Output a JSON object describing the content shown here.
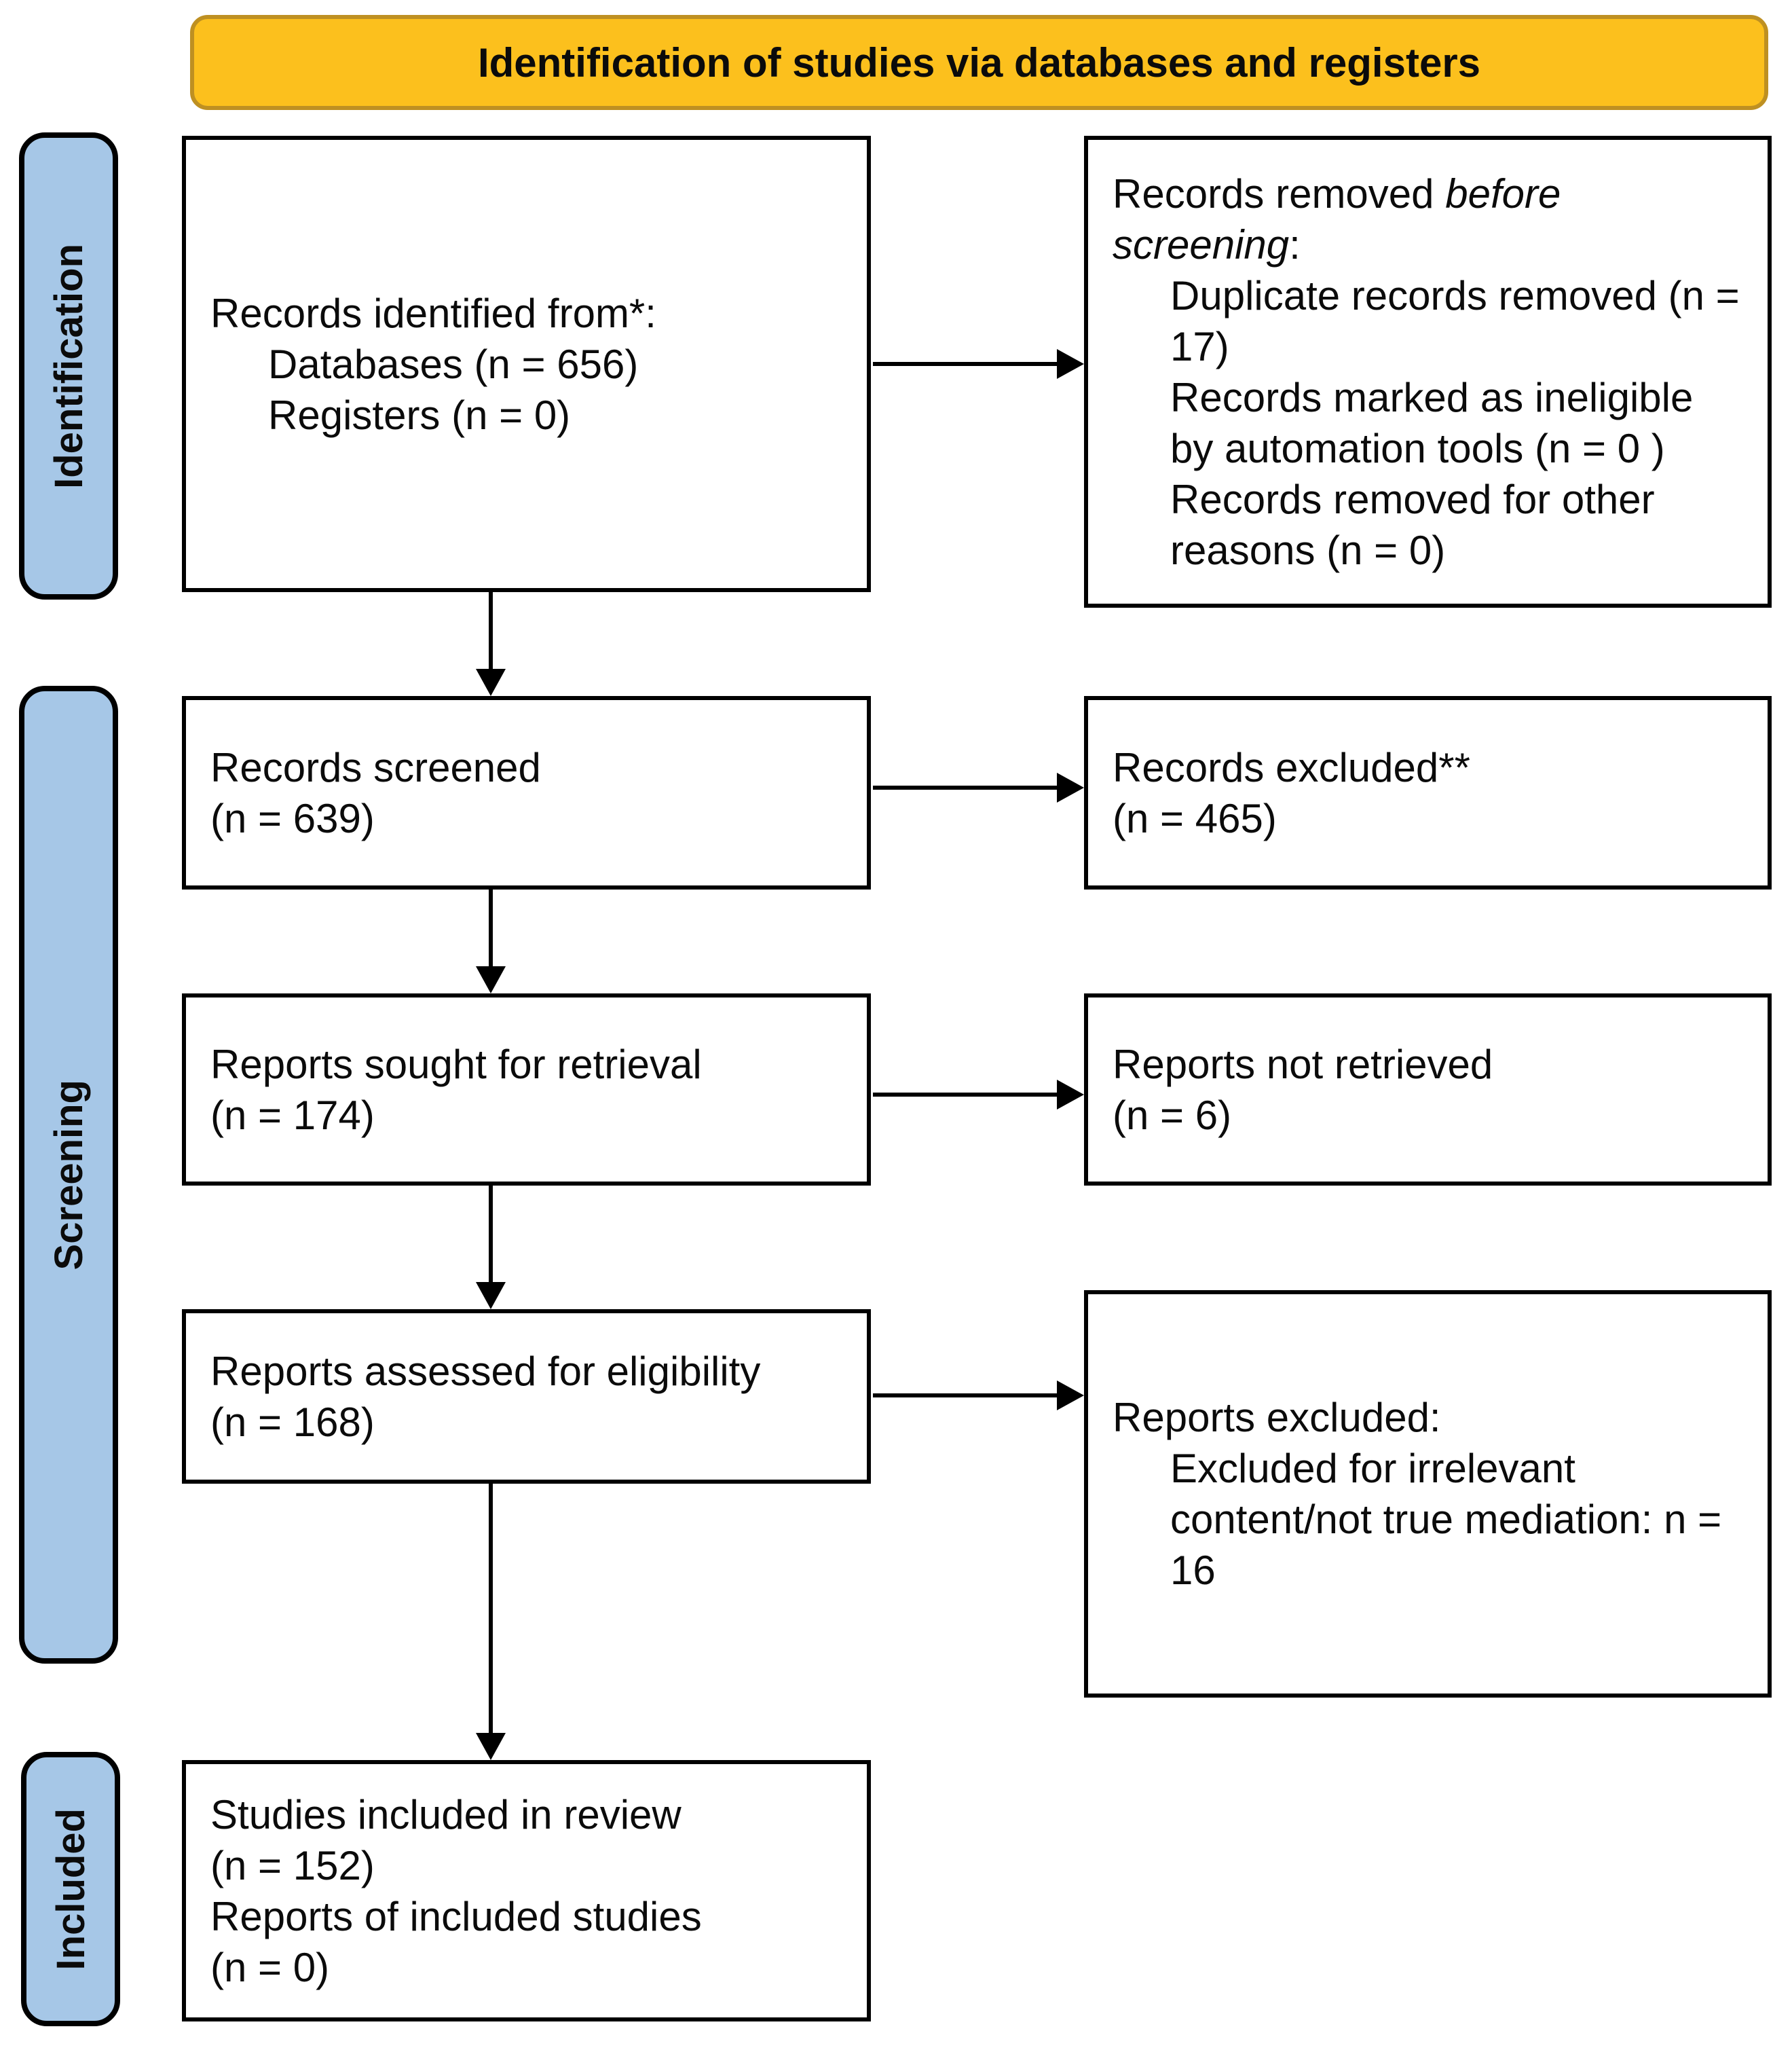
{
  "banner": {
    "label": "Identification of studies via databases and registers"
  },
  "sidebar": {
    "items": [
      {
        "id": "identification",
        "label": "Identification"
      },
      {
        "id": "screening",
        "label": "Screening"
      },
      {
        "id": "included",
        "label": "Included"
      }
    ]
  },
  "boxes": {
    "identified": {
      "line1": "Records identified from*:",
      "items": [
        "Databases (n = 656)",
        "Registers (n = 0)"
      ]
    },
    "removed": {
      "lead": "Records removed",
      "italic": "before screening",
      "after": ":",
      "items": [
        "Duplicate records removed (n = 17)",
        "Records marked as ineligible by automation tools (n = 0 )",
        "Records removed for other reasons (n = 0)"
      ]
    },
    "screened": {
      "lines": [
        "Records screened",
        "(n = 639)"
      ]
    },
    "excluded": {
      "lines": [
        "Records excluded**",
        "(n = 465)"
      ]
    },
    "sought": {
      "lines": [
        "Reports sought for retrieval",
        "(n = 174)"
      ]
    },
    "not_retrieved": {
      "lines": [
        "Reports not retrieved",
        "(n = 6)"
      ]
    },
    "assessed": {
      "lines": [
        "Reports assessed for eligibility",
        "(n = 168)"
      ]
    },
    "reports_excluded": {
      "lead": "Reports excluded:",
      "items": [
        "Excluded for irrelevant content/not true mediation: n = 16"
      ]
    },
    "included_review": {
      "lines": [
        "Studies included in review",
        "(n = 152)",
        "Reports of included studies",
        "(n = 0)"
      ]
    }
  },
  "colors": {
    "banner_fill": "#FCC01D",
    "banner_border": "#BE9022",
    "stage_badge_fill": "#A6C7E7",
    "outline": "#000000"
  }
}
